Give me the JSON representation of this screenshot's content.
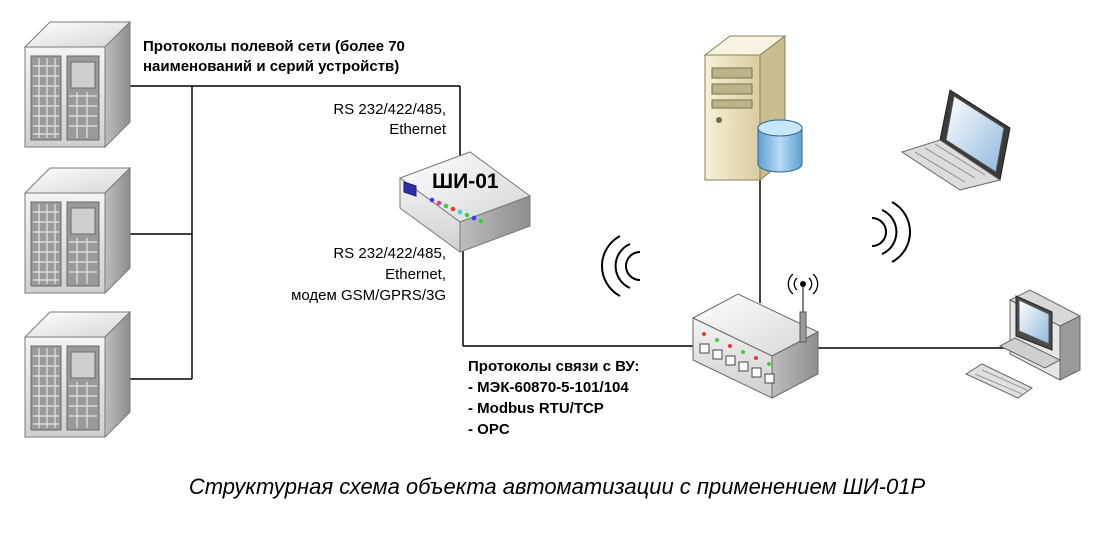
{
  "field_protocols": {
    "line1": "Протоколы полевой сети (более 70",
    "line2": "наименований и серий устройств)"
  },
  "upper_interfaces": {
    "line1": "RS 232/422/485,",
    "line2": "Ethernet"
  },
  "lower_interfaces": {
    "line1": "RS 232/422/485,",
    "line2": "Ethernet,",
    "line3": "модем GSM/GPRS/3G"
  },
  "device": {
    "label": "ШИ-01"
  },
  "upper_protocols": {
    "title": "Протоколы связи с ВУ:",
    "items": [
      "- МЭК-60870-5-101/104",
      "- Modbus RTU/TCP",
      "- OPC"
    ]
  },
  "caption": "Структурная схема объекта автоматизации с применением ШИ-01Р",
  "icons": [
    "field-device-icon",
    "converter-device-icon",
    "database-server-icon",
    "laptop-icon",
    "wireless-router-icon",
    "desktop-computer-icon",
    "wireless-signal-icon"
  ],
  "colors": {
    "device_body": "#d9d9d9",
    "server_body": "#efe6c7",
    "database": "#8ec3e6",
    "screen": "#6aa3d6",
    "line": "#000000"
  }
}
